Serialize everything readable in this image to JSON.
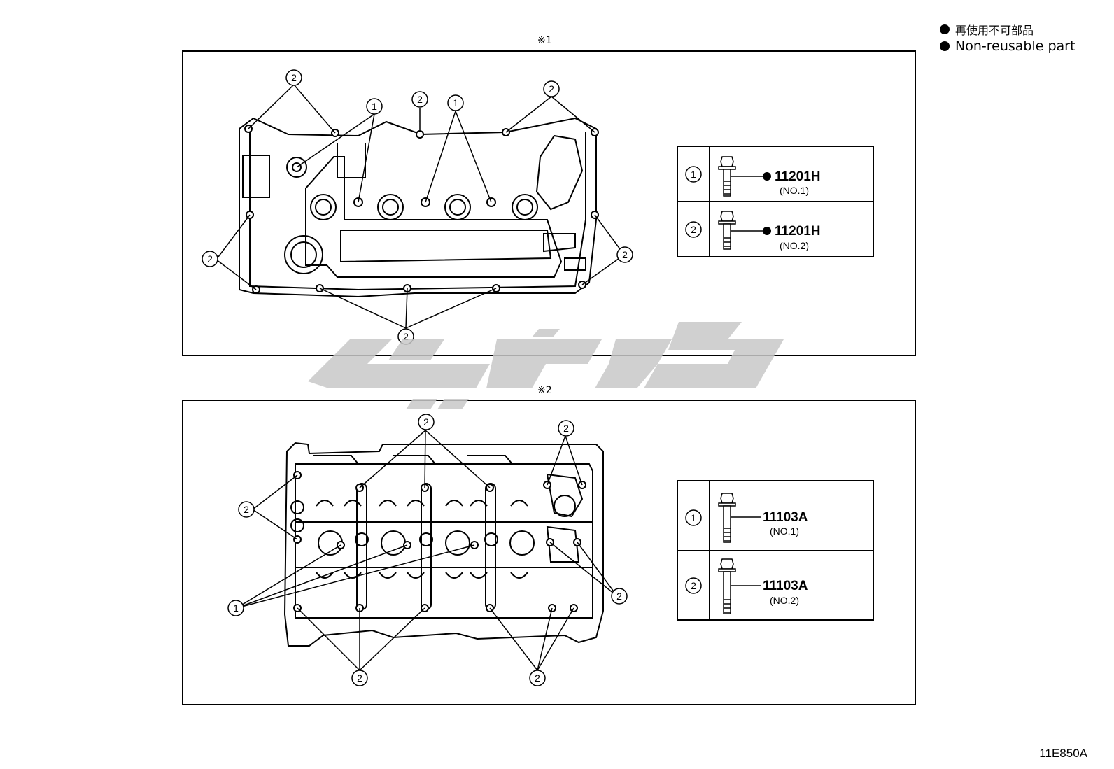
{
  "legend": {
    "jp": "再使用不可部品",
    "en": "Non-reusable part"
  },
  "panels": [
    {
      "mark": "※1",
      "parts": [
        {
          "callout": "1",
          "part_no": "11201H",
          "sub": "(NO.1)",
          "non_reusable": true
        },
        {
          "callout": "2",
          "part_no": "11201H",
          "sub": "(NO.2)",
          "non_reusable": true
        }
      ]
    },
    {
      "mark": "※2",
      "parts": [
        {
          "callout": "1",
          "part_no": "11103A",
          "sub": "(NO.1)",
          "non_reusable": false
        },
        {
          "callout": "2",
          "part_no": "11103A",
          "sub": "(NO.2)",
          "non_reusable": false
        }
      ]
    }
  ],
  "callout_labels": {
    "one": "1",
    "two": "2"
  },
  "figure_code": "11E850A",
  "colors": {
    "line": "#000000",
    "watermark": "#c8c8c8"
  }
}
